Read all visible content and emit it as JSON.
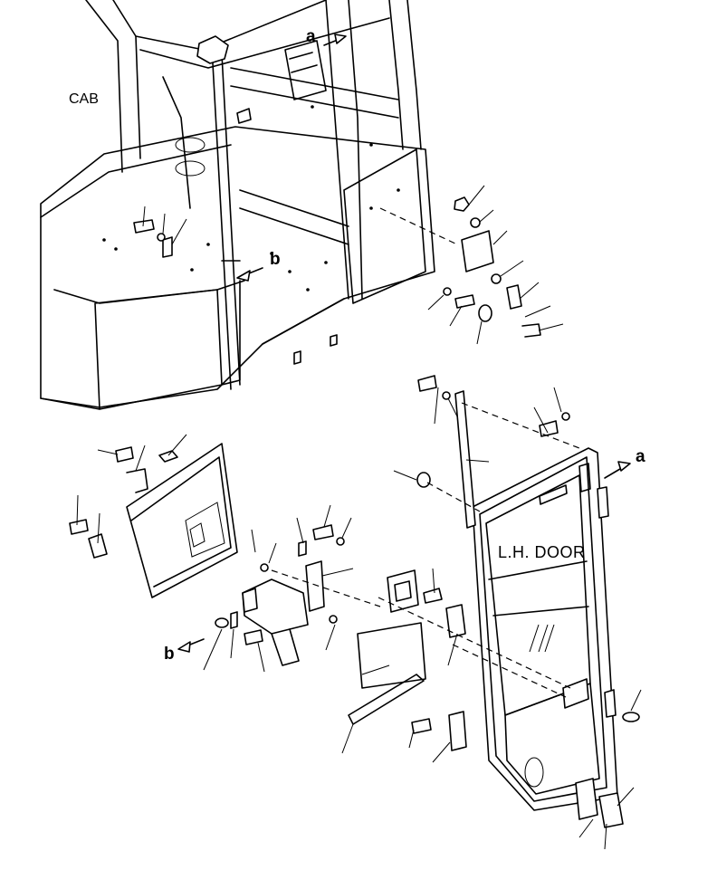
{
  "labels": {
    "cab": "CAB",
    "door": "L.H. DOOR"
  },
  "refs": {
    "a_top": "a",
    "a_right": "a",
    "b_middle": "b",
    "b_left": "b"
  },
  "colors": {
    "line": "#000000",
    "background": "#ffffff"
  }
}
